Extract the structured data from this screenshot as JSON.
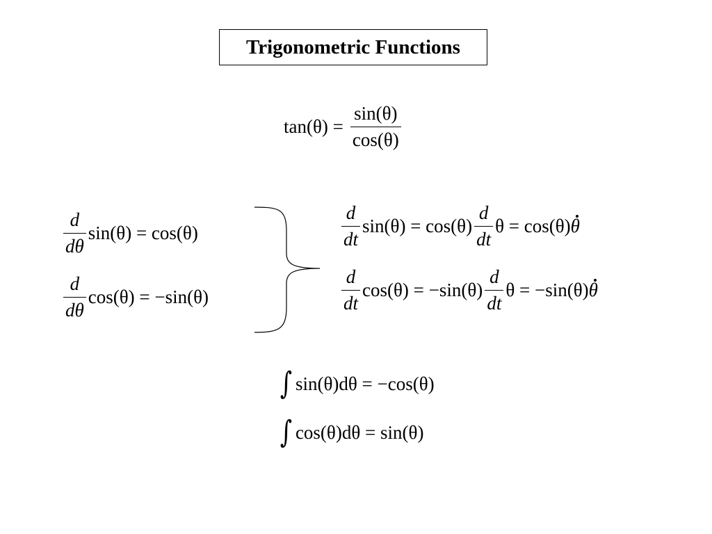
{
  "title": "Trigonometric Functions",
  "tan_identity": {
    "lhs": "tan(θ) =",
    "numerator": "sin(θ)",
    "denominator": "cos(θ)"
  },
  "theta_derivatives": [
    {
      "numerator": "d",
      "denominator": "dθ",
      "expression": "sin(θ) = cos(θ)"
    },
    {
      "numerator": "d",
      "denominator": "dθ",
      "expression": "cos(θ) = −sin(θ)"
    }
  ],
  "time_derivatives": [
    {
      "numerator": "d",
      "denominator": "dt",
      "expression": "sin(θ) = cos(θ)",
      "numerator2": "d",
      "denominator2": "dt",
      "tail_prefix": "θ = cos(θ)",
      "tail_var": "θ"
    },
    {
      "numerator": "d",
      "denominator": "dt",
      "expression": "cos(θ) = −sin(θ)",
      "numerator2": "d",
      "denominator2": "dt",
      "tail_prefix": "θ = −sin(θ)",
      "tail_var": "θ"
    }
  ],
  "integrals": [
    {
      "symbol": "∫",
      "expression": "sin(θ)dθ = −cos(θ)"
    },
    {
      "symbol": "∫",
      "expression": "cos(θ)dθ = sin(θ)"
    }
  ]
}
